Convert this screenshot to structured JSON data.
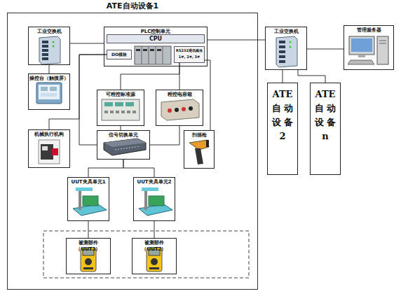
{
  "diagram": {
    "nodes": [
      {
        "text": [
          "ATE自动设备1"
        ]
      },
      {
        "text": [
          "工业交换机"
        ],
        "in": 0
      },
      {
        "text": [
          "PLC控制单元"
        ],
        "in": 0
      },
      {
        "text": [
          "CPU"
        ],
        "in": 2
      },
      {
        "text": [
          "DO模块"
        ],
        "in": 2
      },
      {
        "text": [
          "RS232通讯模块",
          "1#, 2#, 3#"
        ],
        "in": 2
      },
      {
        "text": [
          "操控台（触摸屏）"
        ],
        "in": 0
      },
      {
        "text": [
          "可程控标准源"
        ],
        "in": 0
      },
      {
        "text": [
          "程控电容箱"
        ],
        "in": 0
      },
      {
        "text": [
          "机械执行机构"
        ],
        "in": 0
      },
      {
        "text": [
          "信号切换单元"
        ],
        "in": 0
      },
      {
        "text": [
          "扫描枪"
        ],
        "in": 0
      },
      {
        "text": [
          "UUT夹具单元1"
        ],
        "in": 0
      },
      {
        "text": [
          "UUT夹具单元2"
        ],
        "in": 0
      },
      {
        "text": [
          "被测部件（UUT1）"
        ],
        "in": 0
      },
      {
        "text": [
          "被测部件（UUT2）"
        ],
        "in": 0
      },
      {
        "text": [
          "工业交换机"
        ]
      },
      {
        "text": [
          "管理服务器"
        ]
      },
      {
        "text": [
          "ATE 自 动 设 备 2"
        ]
      },
      {
        "text": [
          "ATE 自 动 设 备 n"
        ]
      }
    ],
    "edges": [
      {
        "from": 1,
        "to": 2,
        "arrow": "none"
      },
      {
        "from": 2,
        "to": 16,
        "arrow": "none"
      },
      {
        "from": 16,
        "to": 17,
        "arrow": "none"
      },
      {
        "from": 16,
        "to": 18,
        "arrow": "none"
      },
      {
        "from": 16,
        "to": 19,
        "arrow": "none"
      },
      {
        "from": 1,
        "to": 6,
        "arrow": "none"
      },
      {
        "from": 4,
        "to": 10,
        "arrow": "none"
      },
      {
        "from": 4,
        "to": 9,
        "arrow": "none"
      },
      {
        "from": 5,
        "to": 7,
        "arrow": "none"
      },
      {
        "from": 5,
        "to": 8,
        "arrow": "none"
      },
      {
        "from": 5,
        "to": 11,
        "arrow": "none"
      },
      {
        "from": 7,
        "to": 10,
        "arrow": "none"
      },
      {
        "from": 8,
        "to": 10,
        "arrow": "none"
      },
      {
        "from": 10,
        "to": 12,
        "arrow": "none"
      },
      {
        "from": 10,
        "to": 13,
        "arrow": "none"
      },
      {
        "from": 12,
        "to": 14,
        "arrow": "none"
      },
      {
        "from": 13,
        "to": 15,
        "arrow": "none"
      }
    ]
  }
}
